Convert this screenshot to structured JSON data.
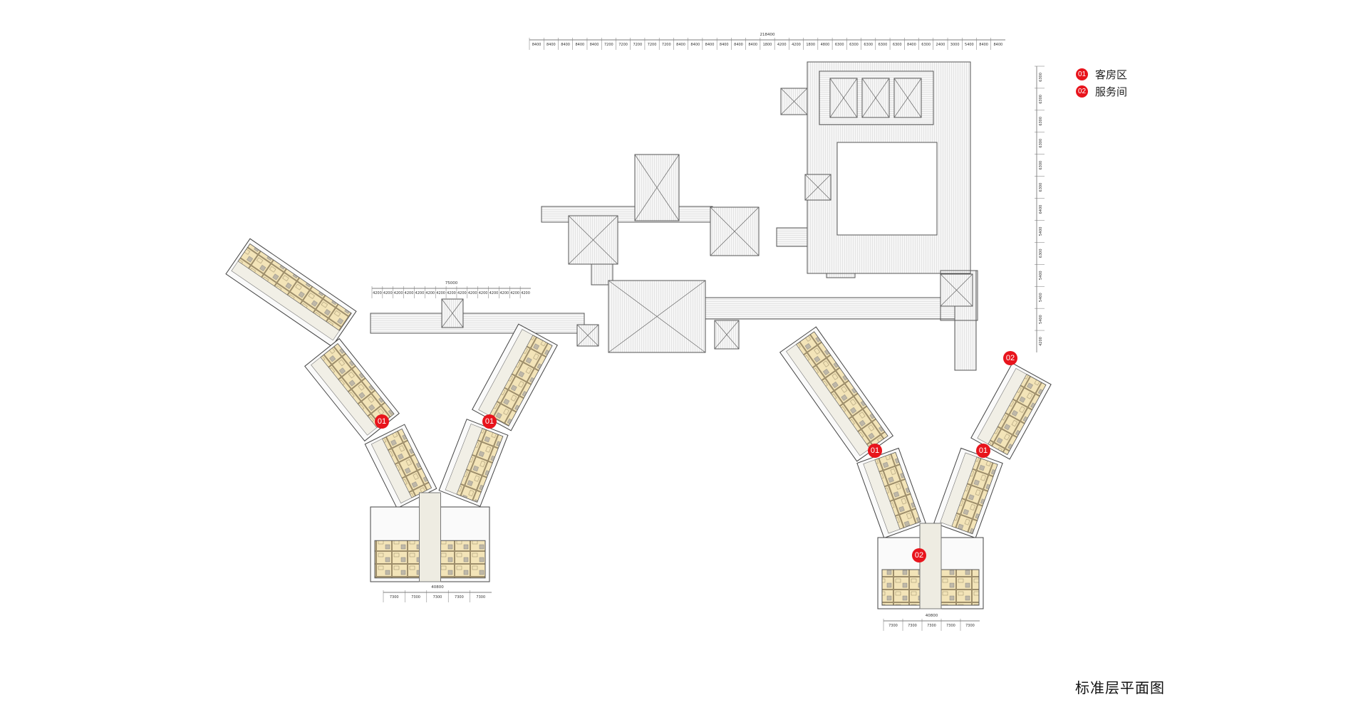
{
  "legend": [
    {
      "code": "01",
      "label": "客房区"
    },
    {
      "code": "02",
      "label": "服务间"
    }
  ],
  "title": "标准层平面图",
  "colors": {
    "marker": "#e8141c",
    "room": "#f3e4b8",
    "roof": "#f4f4f4",
    "line": "#555555"
  },
  "markers": [
    {
      "code": "01"
    },
    {
      "code": "01"
    },
    {
      "code": "01"
    },
    {
      "code": "01"
    },
    {
      "code": "02"
    },
    {
      "code": "02"
    }
  ],
  "dimensions": {
    "top_total": "218400",
    "top": [
      "8400",
      "8400",
      "8400",
      "8400",
      "8400",
      "7200",
      "7200",
      "7200",
      "7200",
      "7200",
      "8400",
      "8400",
      "8400",
      "8400",
      "8400",
      "8400",
      "1800",
      "4200",
      "4200",
      "1800",
      "4800",
      "6300",
      "6300",
      "6300",
      "6300",
      "6300",
      "8400",
      "6300",
      "2400",
      "3000",
      "5400",
      "8400",
      "8400"
    ],
    "right": [
      "6300",
      "6300",
      "6300",
      "6300",
      "6300",
      "6300",
      "6400",
      "5400",
      "6300",
      "5400",
      "5400",
      "5400",
      "4200"
    ],
    "left_base_total": "40800",
    "left_base": [
      "7300",
      "7300",
      "7300",
      "7300",
      "7300"
    ],
    "right_base_total": "40800",
    "right_base": [
      "7300",
      "7300",
      "7300",
      "7300",
      "7300"
    ],
    "corridor_total": "75000",
    "corridor": [
      "4200",
      "4200",
      "4200",
      "4200",
      "4200",
      "4200",
      "4200",
      "4200",
      "4200",
      "4200",
      "4200",
      "4200",
      "4200",
      "4200",
      "4200"
    ]
  }
}
